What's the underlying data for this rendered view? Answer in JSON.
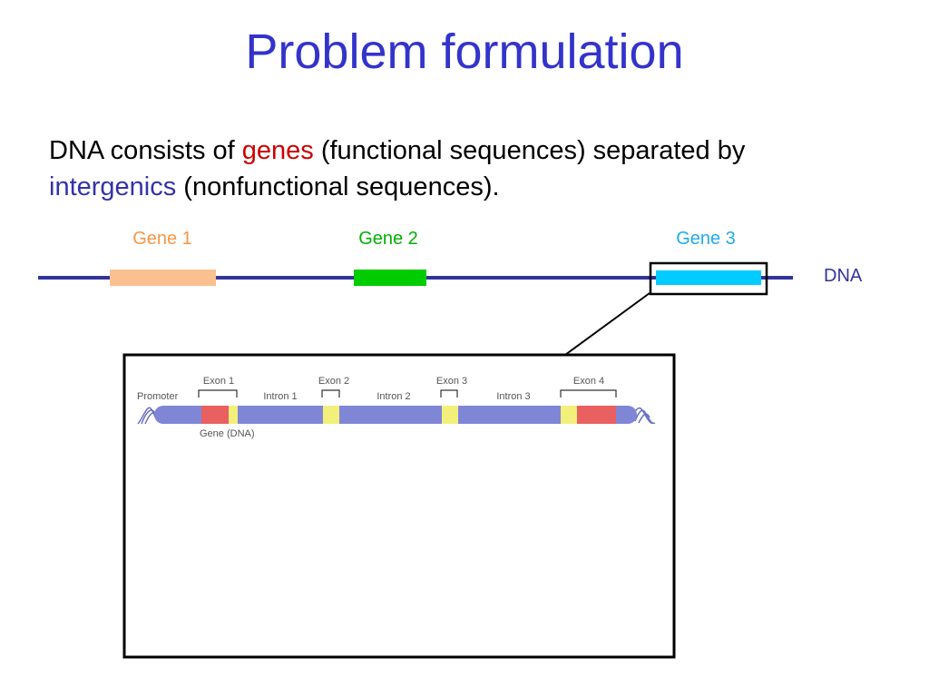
{
  "slide": {
    "title": "Problem formulation",
    "text": {
      "part1": "DNA consists of ",
      "genes": "genes",
      "part2": " (functional sequences) separated by",
      "intergenics": "intergenics",
      "part3": " (nonfunctional sequences)."
    },
    "colors": {
      "title": "#3333cc",
      "genes_word": "#cc0000",
      "intergenics_word": "#3333aa"
    }
  },
  "dna_overview": {
    "dna_label": "DNA",
    "line_color": "#33339a",
    "genes": [
      {
        "label": "Gene 1",
        "label_color": "#f79646",
        "fill": "#fac090"
      },
      {
        "label": "Gene 2",
        "label_color": "#00b000",
        "fill": "#00cc00"
      },
      {
        "label": "Gene 3",
        "label_color": "#22aaee",
        "fill": "#00ccff"
      }
    ]
  },
  "gene_structure": {
    "promoter": "Promoter",
    "gene_dna": "Gene (DNA)",
    "exons": [
      "Exon 1",
      "Exon 2",
      "Exon 3",
      "Exon 4"
    ],
    "introns": [
      "Intron 1",
      "Intron 2",
      "Intron 3"
    ],
    "colors": {
      "bar": "#7f86d6",
      "exon_red": "#e86060",
      "exon_yellow": "#f2f07a"
    }
  }
}
